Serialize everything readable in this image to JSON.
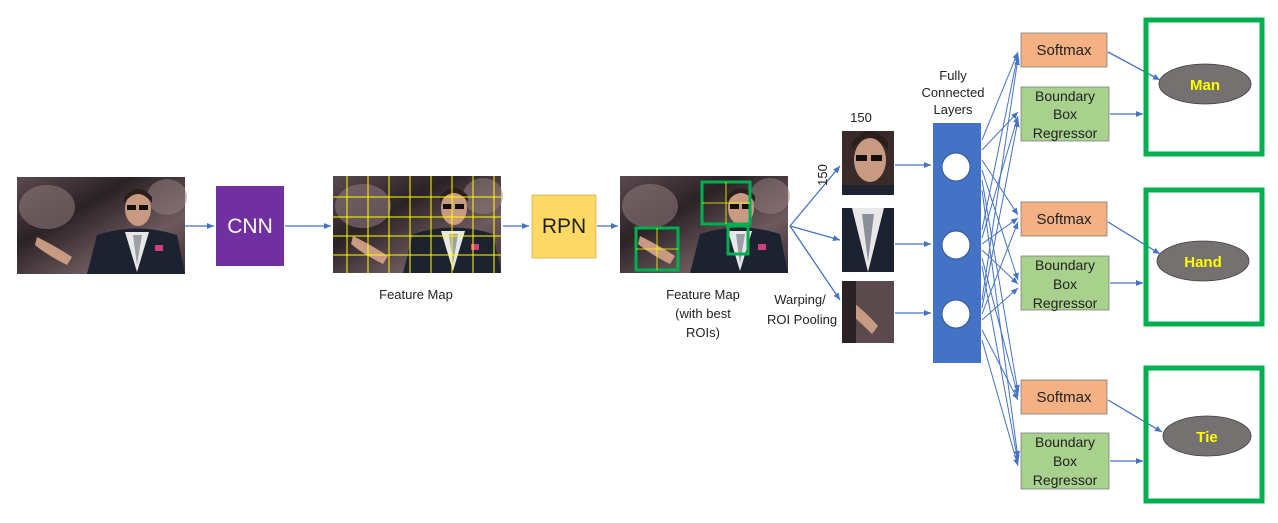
{
  "stages": {
    "cnn": "CNN",
    "rpn": "RPN"
  },
  "captions": {
    "feature_map": "Feature Map",
    "feature_map_rois": [
      "Feature Map",
      "(with best",
      "ROIs)"
    ],
    "warping": [
      "Warping/",
      "ROI Pooling"
    ],
    "roi_width": "150",
    "roi_height": "150",
    "fc_layers": [
      "Fully",
      "Connected",
      "Layers"
    ]
  },
  "heads": [
    {
      "softmax": "Softmax",
      "regressor": [
        "Boundary",
        "Box",
        "Regressor"
      ],
      "output": "Man"
    },
    {
      "softmax": "Softmax",
      "regressor": [
        "Boundary",
        "Box",
        "Regressor"
      ],
      "output": "Hand"
    },
    {
      "softmax": "Softmax",
      "regressor": [
        "Boundary",
        "Box",
        "Regressor"
      ],
      "output": "Tie"
    }
  ],
  "colors": {
    "cnn": "#7030a0",
    "rpn": "#ffd966",
    "fc": "#4472c4",
    "softmax": "#f4b183",
    "regressor": "#a9d18e",
    "output_frame": "#00b050",
    "output_ellipse": "#757171",
    "arrow": "#4472c4",
    "grid": "#ffff00",
    "roi_box": "#00b050"
  }
}
